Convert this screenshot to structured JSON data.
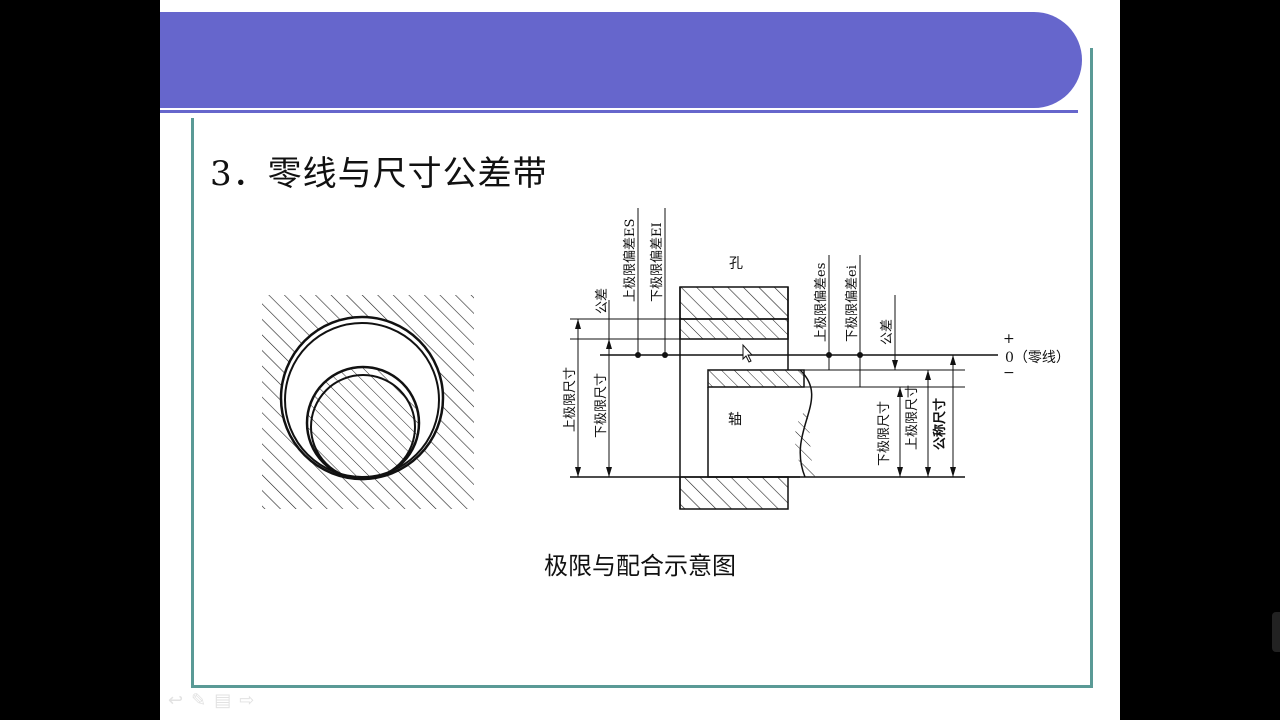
{
  "slide": {
    "title": "3．零线与尺寸公差带",
    "caption": "极限与配合示意图"
  },
  "diagram": {
    "hole_label": "孔",
    "shaft_label": "轴",
    "zero_line_label": "0（零线）",
    "plus_sign": "+",
    "minus_sign": "−",
    "hole_labels": {
      "tolerance": "公差",
      "upper_deviation": "上极限偏差ES",
      "lower_deviation": "下极限偏差EI",
      "max_limit_size": "上极限尺寸",
      "min_limit_size": "下极限尺寸"
    },
    "shaft_labels": {
      "upper_deviation": "上极限偏差es",
      "lower_deviation": "下极限偏差ei",
      "tolerance": "公差",
      "min_limit_size": "下极限尺寸",
      "max_limit_size": "上极限尺寸",
      "nominal_size": "公称尺寸"
    }
  },
  "colors": {
    "banner": "#6666cc",
    "frame": "#5a9a96"
  },
  "nav_icons": [
    "back-arrow-icon",
    "pen-icon",
    "menu-icon",
    "forward-arrow-icon"
  ]
}
